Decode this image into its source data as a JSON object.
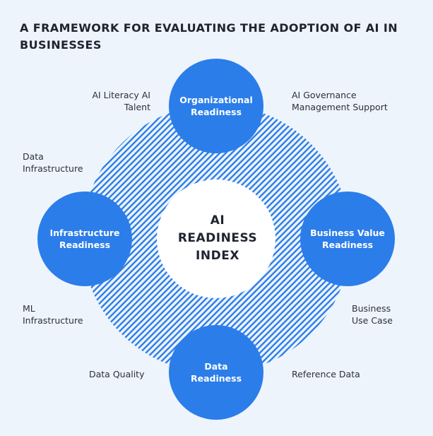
{
  "title": "A FRAMEWORK FOR EVALUATING THE ADOPTION OF AI IN BUSINESSES",
  "center": {
    "line1": "AI",
    "line2": "READINESS",
    "line3": "INDEX"
  },
  "nodes": {
    "top": {
      "line1": "Organizational",
      "line2": "Readiness"
    },
    "right": {
      "line1": "Business Value",
      "line2": "Readiness"
    },
    "bottom": {
      "line1": "Data",
      "line2": "Readiness"
    },
    "left": {
      "line1": "Infrastructure",
      "line2": "Readiness"
    }
  },
  "labels": {
    "top_left": {
      "line1": "AI Literacy AI",
      "line2": "Talent"
    },
    "top_right": {
      "line1": "AI Governance",
      "line2": "Management Support"
    },
    "left_upper": {
      "line1": "Data",
      "line2": "Infrastructure"
    },
    "left_lower": {
      "line1": "ML",
      "line2": "Infrastructure"
    },
    "right_lower": {
      "line1": "Business",
      "line2": "Use Case"
    },
    "bottom_left": {
      "line1": "Data Quality"
    },
    "bottom_right": {
      "line1": "Reference Data"
    }
  },
  "colors": {
    "background": "#eef4fc",
    "node_blue": "#2b7de9",
    "stripe_blue": "#2b7de9",
    "center_fill": "#ffffff"
  }
}
